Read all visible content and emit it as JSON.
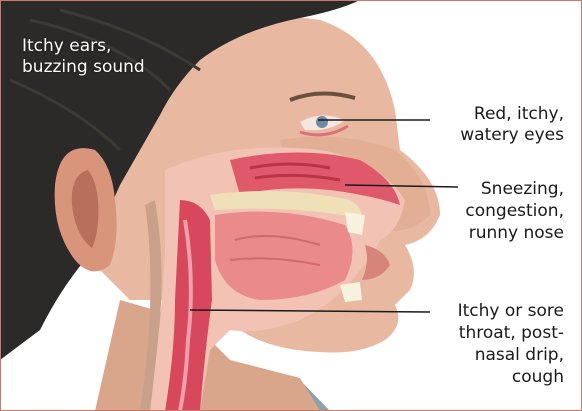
{
  "labels": {
    "ears": {
      "line1": "Itchy ears,",
      "line2": "buzzing sound"
    },
    "eyes": {
      "line1": "Red, itchy,",
      "line2": "watery eyes"
    },
    "nose": {
      "line1": "Sneezing,",
      "line2": "congestion,",
      "line3": "runny nose"
    },
    "throat": {
      "line1": "Itchy or sore",
      "line2": "throat, post-",
      "line3": "nasal drip,",
      "line4": "cough"
    }
  },
  "colors": {
    "hair": "#2b2a28",
    "skin": "#e8b9a0",
    "skin_shadow": "#d39a80",
    "tissue": "#e0596a",
    "tissue_light": "#f0a0a8",
    "bone": "#efe0b8",
    "shirt": "#8fa0a8",
    "border": "#c97a6b",
    "text": "#1a1a1a"
  }
}
